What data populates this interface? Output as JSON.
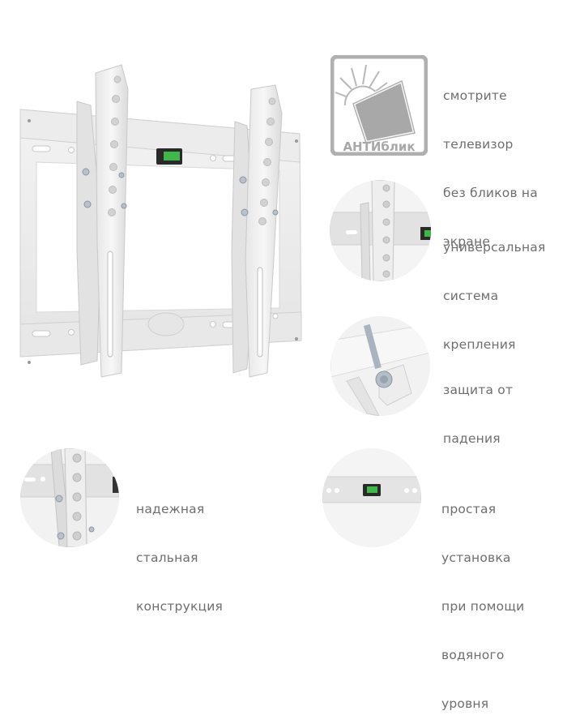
{
  "product": {
    "name": "tilting TV wall bracket",
    "color": "#f0f0f0",
    "level_bubble_color": "#3fb84a"
  },
  "features": [
    {
      "id": "antiglare",
      "icon": "antiglare-icon",
      "icon_label": "АНТИблик",
      "lines": [
        "смотрите",
        "телевизор",
        "без бликов на",
        "экране"
      ]
    },
    {
      "id": "universal",
      "icon": "bracket-closeup-photo",
      "lines": [
        "универсальная",
        "система",
        "крепления"
      ]
    },
    {
      "id": "fall-protection",
      "icon": "safety-screw-photo",
      "lines": [
        "защита от",
        "падения"
      ]
    },
    {
      "id": "steel",
      "icon": "steel-arm-photo",
      "lines": [
        "надежная",
        "стальная",
        "конструкция"
      ]
    },
    {
      "id": "level",
      "icon": "bubble-level-photo",
      "lines": [
        "простая",
        "установка",
        "при помощи",
        "водяного",
        "уровня"
      ]
    }
  ],
  "colors": {
    "text": "#6e6e6e",
    "icon_gray": "#a8a8a8",
    "background": "#ffffff"
  }
}
